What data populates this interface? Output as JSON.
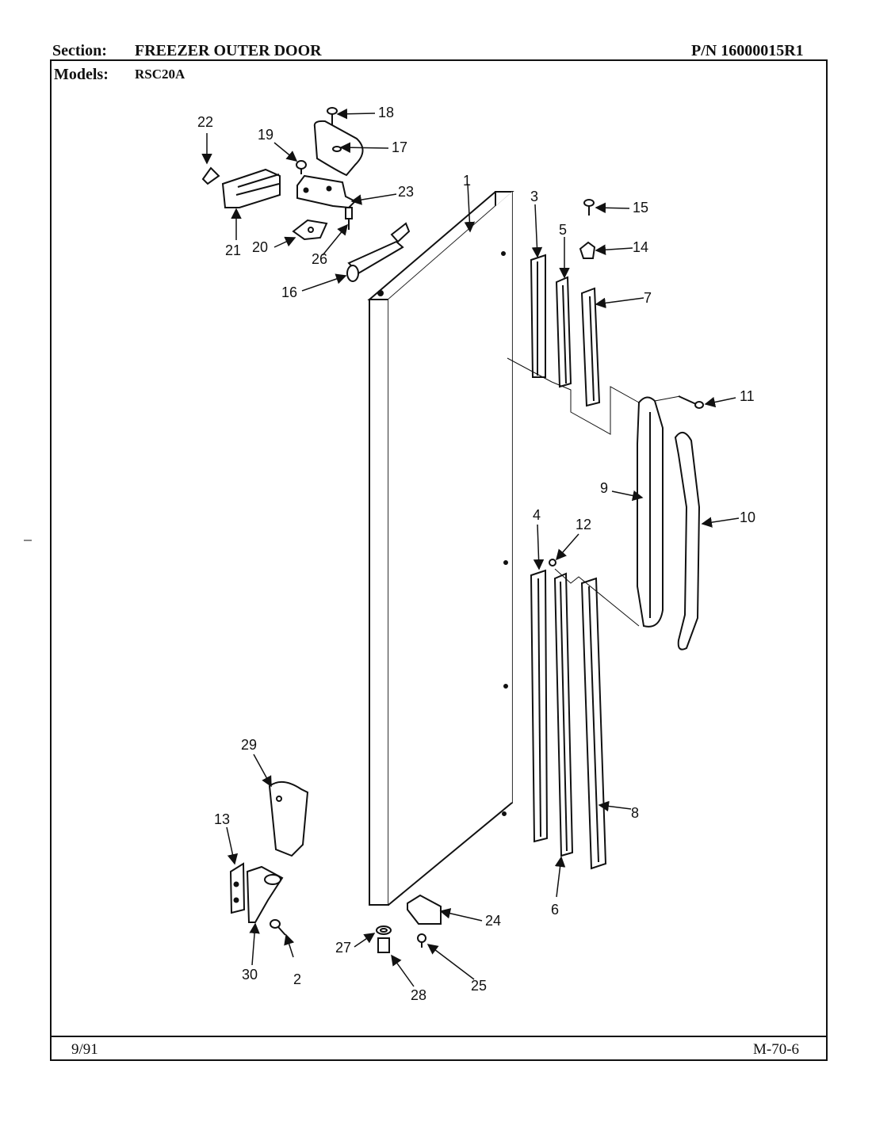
{
  "header": {
    "section_label": "Section:",
    "section_title": "FREEZER OUTER DOOR",
    "part_number": "P/N 16000015R1",
    "models_label": "Models:",
    "models_value": "RSC20A"
  },
  "footer": {
    "date": "9/91",
    "page_code": "M-70-6"
  },
  "callouts": [
    "1",
    "2",
    "3",
    "4",
    "5",
    "6",
    "7",
    "8",
    "9",
    "10",
    "11",
    "12",
    "13",
    "14",
    "15",
    "16",
    "17",
    "18",
    "19",
    "20",
    "21",
    "22",
    "23",
    "24",
    "25",
    "26",
    "27",
    "28",
    "29",
    "30"
  ],
  "colors": {
    "ink": "#111111",
    "paper": "#ffffff"
  }
}
